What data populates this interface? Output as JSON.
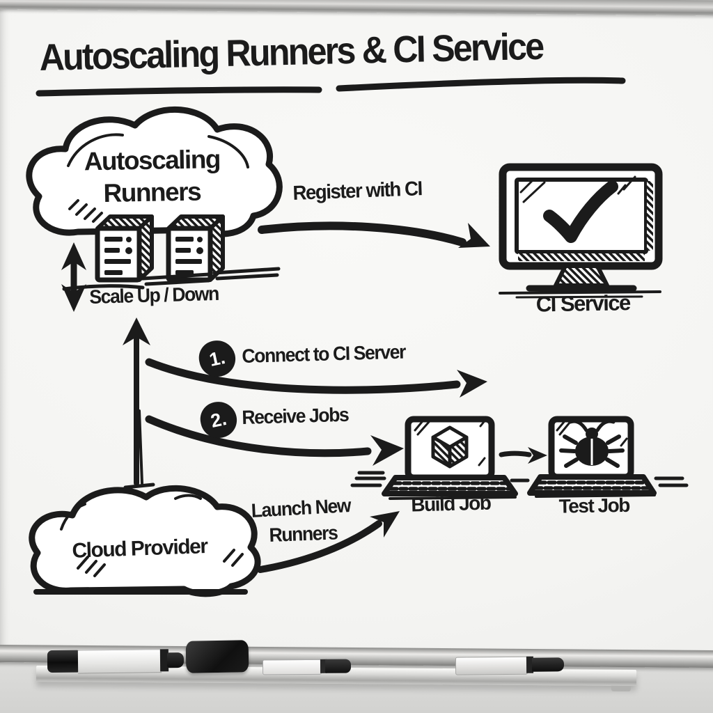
{
  "title": "Autoscaling Runners & CI Service",
  "nodes": {
    "autoscaling": {
      "line1": "Autoscaling",
      "line2": "Runners"
    },
    "ci_service": {
      "label": "CI Service"
    },
    "build_job": {
      "label": "Build Job"
    },
    "test_job": {
      "label": "Test Job"
    },
    "cloud_provider": {
      "label": "Cloud Provider"
    }
  },
  "edges": {
    "scale": {
      "label": "Scale Up / Down"
    },
    "register": {
      "label": "Register with CI"
    },
    "connect": {
      "badge": "1.",
      "label": "Connect to CI Server"
    },
    "receive": {
      "badge": "2.",
      "label": "Receive Jobs"
    },
    "launch": {
      "line1": "Launch New",
      "line2": "Runners"
    }
  },
  "icons": {
    "checkmark": "✓",
    "bug": "🐞",
    "cube": "◧",
    "server": "▤",
    "cloud": "☁",
    "up_down_arrow": "↕",
    "up_arrow": "↑",
    "right_arrow": "→"
  },
  "colors": {
    "ink": "#1b1b1b",
    "board": "#f6f6f4",
    "frame": "#c9c9c7",
    "wall": "#d8d8d6"
  }
}
